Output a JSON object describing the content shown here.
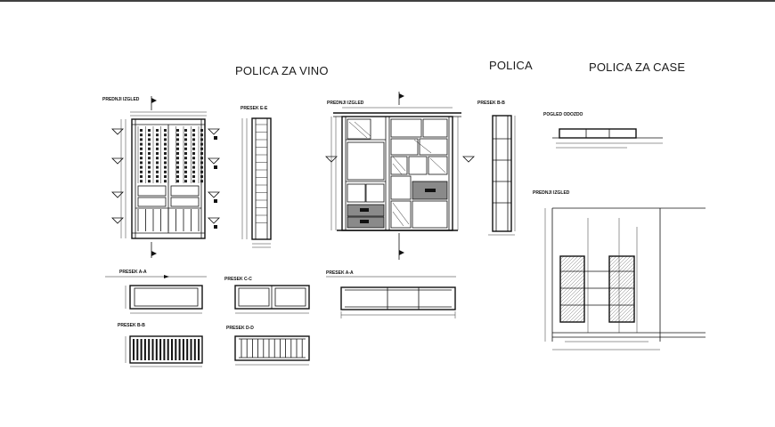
{
  "titles": {
    "wine": "POLICA ZA VINO",
    "shelf": "POLICA",
    "box": "POLICA ZA CASE"
  },
  "labels": {
    "wine_elevation": "PREDNJI IZGLED",
    "wine_section_e": "PRESEK E-E",
    "wine_section_a": "PRESEK A-A",
    "wine_section_c": "PRESEK C-C",
    "wine_section_b": "PRESEK B-B",
    "wine_section_d": "PRESEK D-D",
    "shelf_elevation": "PREDNJI IZGLED",
    "shelf_section_b": "PRESEK B-B",
    "shelf_section_a": "PRESEK A-A",
    "box_plan": "POGLED ODOZDO",
    "box_elevation": "PREDNJI IZGLED"
  },
  "colors": {
    "line": "#111111",
    "drawer_fill": "#8a8a8a",
    "hatch": "#555555",
    "frame": "#000000"
  }
}
